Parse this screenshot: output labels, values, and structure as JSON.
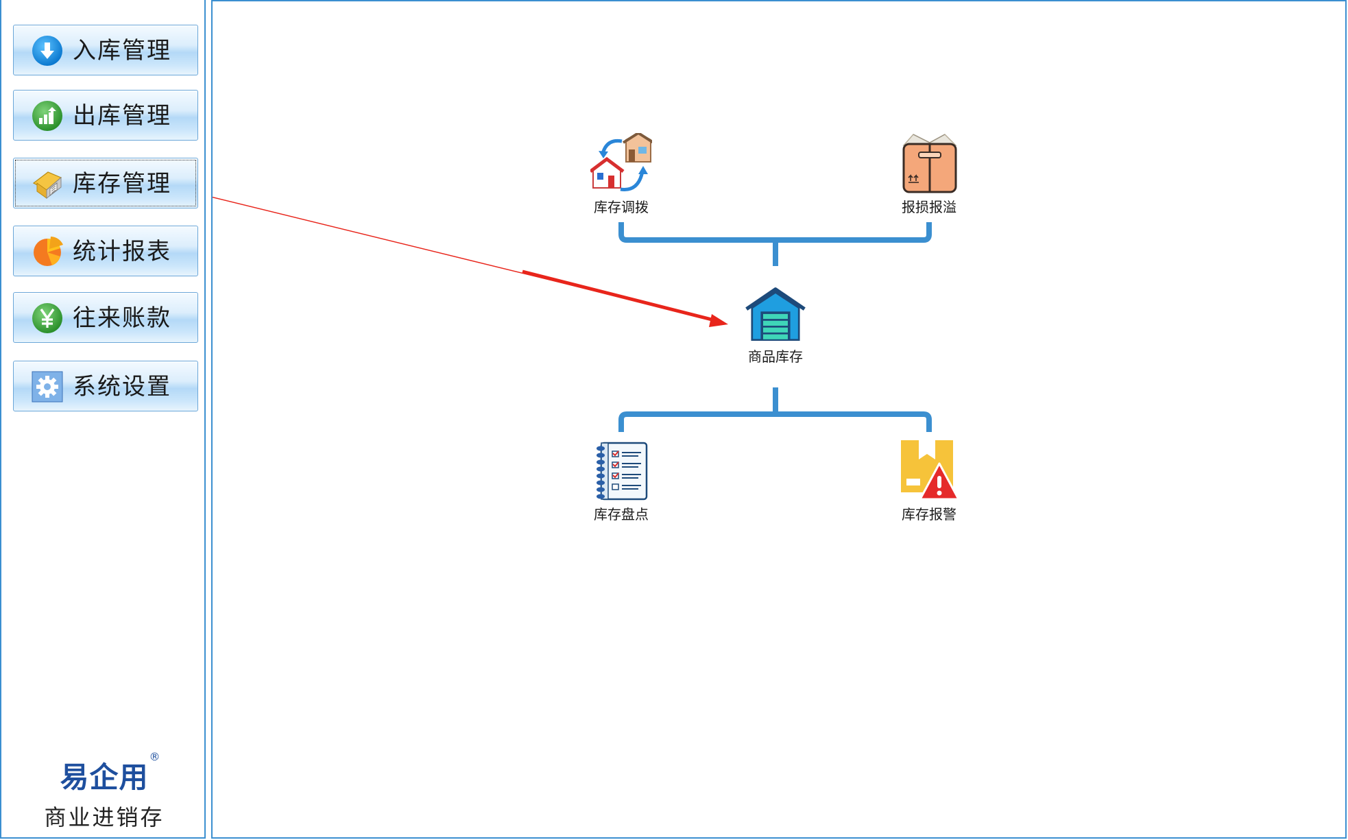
{
  "sidebar": {
    "items": [
      {
        "label": "入库管理",
        "icon": "download-arrow-icon",
        "color": "#1a8fe0"
      },
      {
        "label": "出库管理",
        "icon": "bar-chart-up-icon",
        "color": "#3aa335"
      },
      {
        "label": "库存管理",
        "icon": "warehouse-box-icon",
        "color": "#f2b233",
        "active": true
      },
      {
        "label": "统计报表",
        "icon": "pie-chart-icon",
        "color": "#f26b1d"
      },
      {
        "label": "往来账款",
        "icon": "yen-coin-icon",
        "color": "#3aa335"
      },
      {
        "label": "系统设置",
        "icon": "gear-icon",
        "color": "#4a87c8"
      }
    ]
  },
  "brand": {
    "name": "易企用",
    "reg": "®",
    "subtitle": "商业进销存"
  },
  "diagram": {
    "center": {
      "label": "商品库存",
      "icon": "warehouse-icon"
    },
    "top_left": {
      "label": "库存调拨",
      "icon": "house-transfer-icon"
    },
    "top_right": {
      "label": "报损报溢",
      "icon": "cardboard-box-icon"
    },
    "bottom_left": {
      "label": "库存盘点",
      "icon": "checklist-notebook-icon"
    },
    "bottom_right": {
      "label": "库存报警",
      "icon": "box-warning-icon"
    }
  },
  "colors": {
    "border": "#3b8fd0",
    "connector": "#3b8fd0",
    "annotation_arrow": "#e8251b",
    "brand": "#1e4f9e"
  }
}
